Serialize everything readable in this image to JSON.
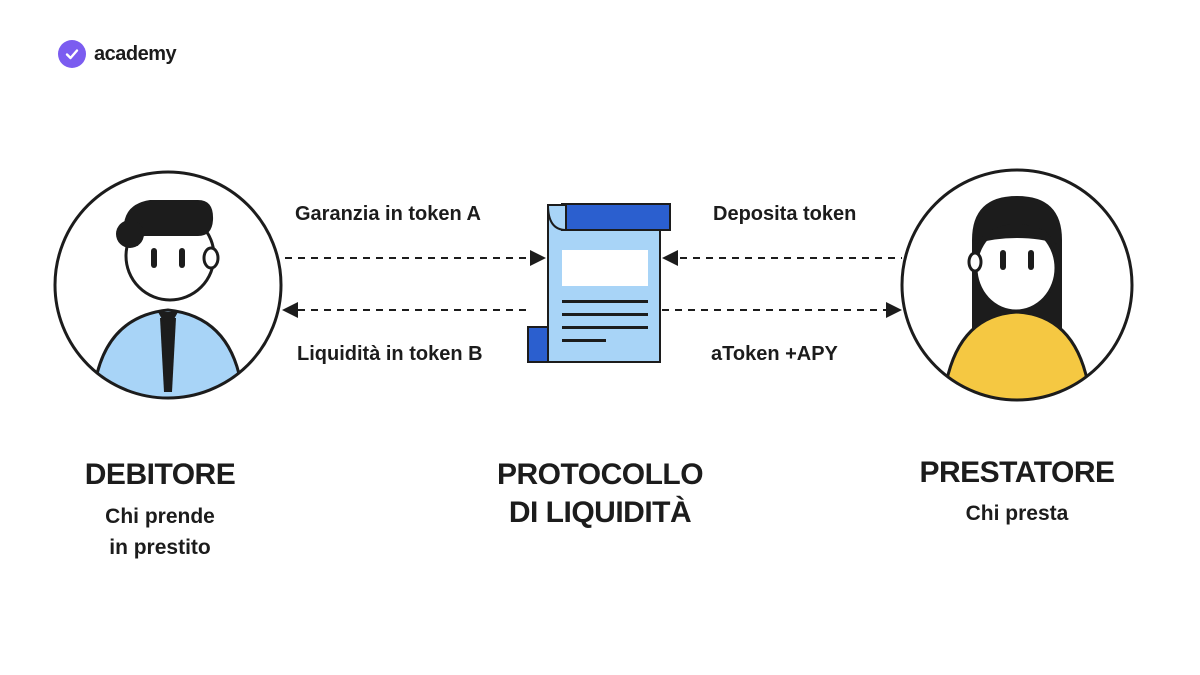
{
  "brand": {
    "name": "academy",
    "accent": "#7b5cf0"
  },
  "flows": {
    "collateral": "Garanzia in token A",
    "liquidity": "Liquidità in token B",
    "deposit": "Deposita token",
    "atoken": "aToken +APY"
  },
  "borrower": {
    "title": "DEBITORE",
    "subtitle": "Chi prende\nin prestito"
  },
  "protocol": {
    "title": "PROTOCOLLO\nDI LIQUIDITÀ"
  },
  "lender": {
    "title": "PRESTATORE",
    "subtitle": "Chi presta"
  },
  "colors": {
    "borrower_shirt": "#a8d4f7",
    "lender_shirt": "#f5c842",
    "document": "#a8d4f7",
    "document_header": "#2b5fcf",
    "outline": "#1c1c1c"
  }
}
